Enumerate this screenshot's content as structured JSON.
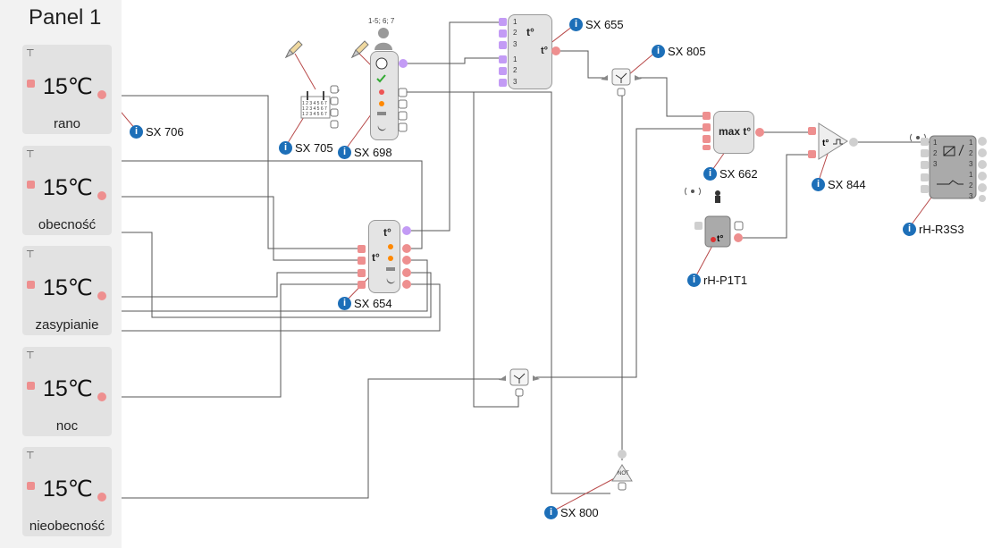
{
  "panel": {
    "title": "Panel 1",
    "tiles": [
      {
        "value": "15℃",
        "label": "rano"
      },
      {
        "value": "15℃",
        "label": "obecność"
      },
      {
        "value": "15℃",
        "label": "zasypianie"
      },
      {
        "value": "15℃",
        "label": "noc"
      },
      {
        "value": "15℃",
        "label": "nieobecność"
      }
    ]
  },
  "labels": {
    "sx706": "SX 706",
    "sx705": "SX 705",
    "sx698": "SX 698",
    "sx654": "SX 654",
    "sx655": "SX 655",
    "sx805": "SX 805",
    "sx662": "SX 662",
    "sx844": "SX 844",
    "sx800": "SX 800",
    "rhp1t1": "rH-P1T1",
    "rhr3s3": "rH-R3S3"
  },
  "blocks": {
    "scheduler_note": "1-5; 6; 7",
    "max_label": "max t°",
    "t_symbol": "t°",
    "not_label": "NOT",
    "info_glyph": "i",
    "port_numbers": [
      "1",
      "2",
      "3"
    ],
    "calendar_rows": [
      "1 2 3 4 5 6 7",
      "1 2 3 4 5 6 7",
      "1 2 3 4 5 6 7"
    ]
  },
  "colors": {
    "port_red": "#ee8f8f",
    "port_purple": "#c39bf5",
    "port_gray": "#cfcfcf",
    "info_blue": "#1d6fb8",
    "wire": "#555555",
    "link": "#b84a4a"
  }
}
